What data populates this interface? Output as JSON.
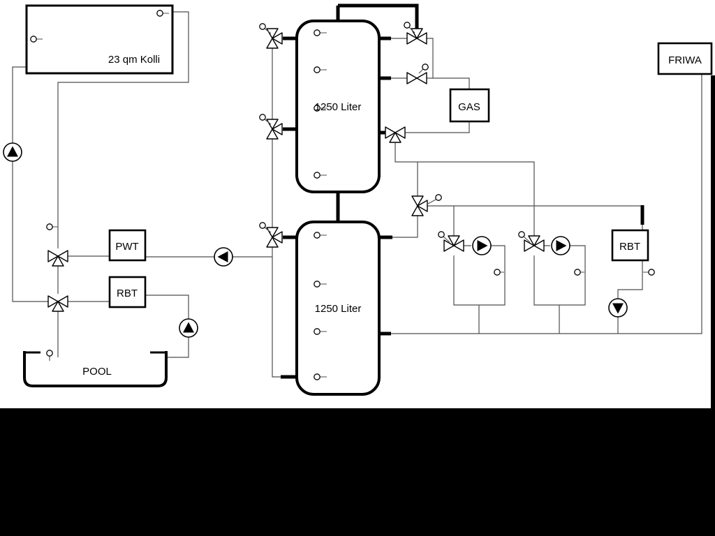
{
  "labels": {
    "collector": "23 qm Kolli",
    "tank1": "1250 Liter",
    "tank2": "1250 Liter",
    "pwt": "PWT",
    "rbt_left": "RBT",
    "rbt_right": "RBT",
    "gas": "GAS",
    "friwa": "FRIWA",
    "pool": "POOL"
  },
  "colors": {
    "line_thin": "#4d4d4d",
    "line_thick": "#000000",
    "background": "#ffffff",
    "mask": "#000000"
  },
  "icons": {
    "pump": "circle-with-solid-triangle",
    "valve": "bowtie-triangles",
    "sensor": "small-circle-with-stem"
  }
}
